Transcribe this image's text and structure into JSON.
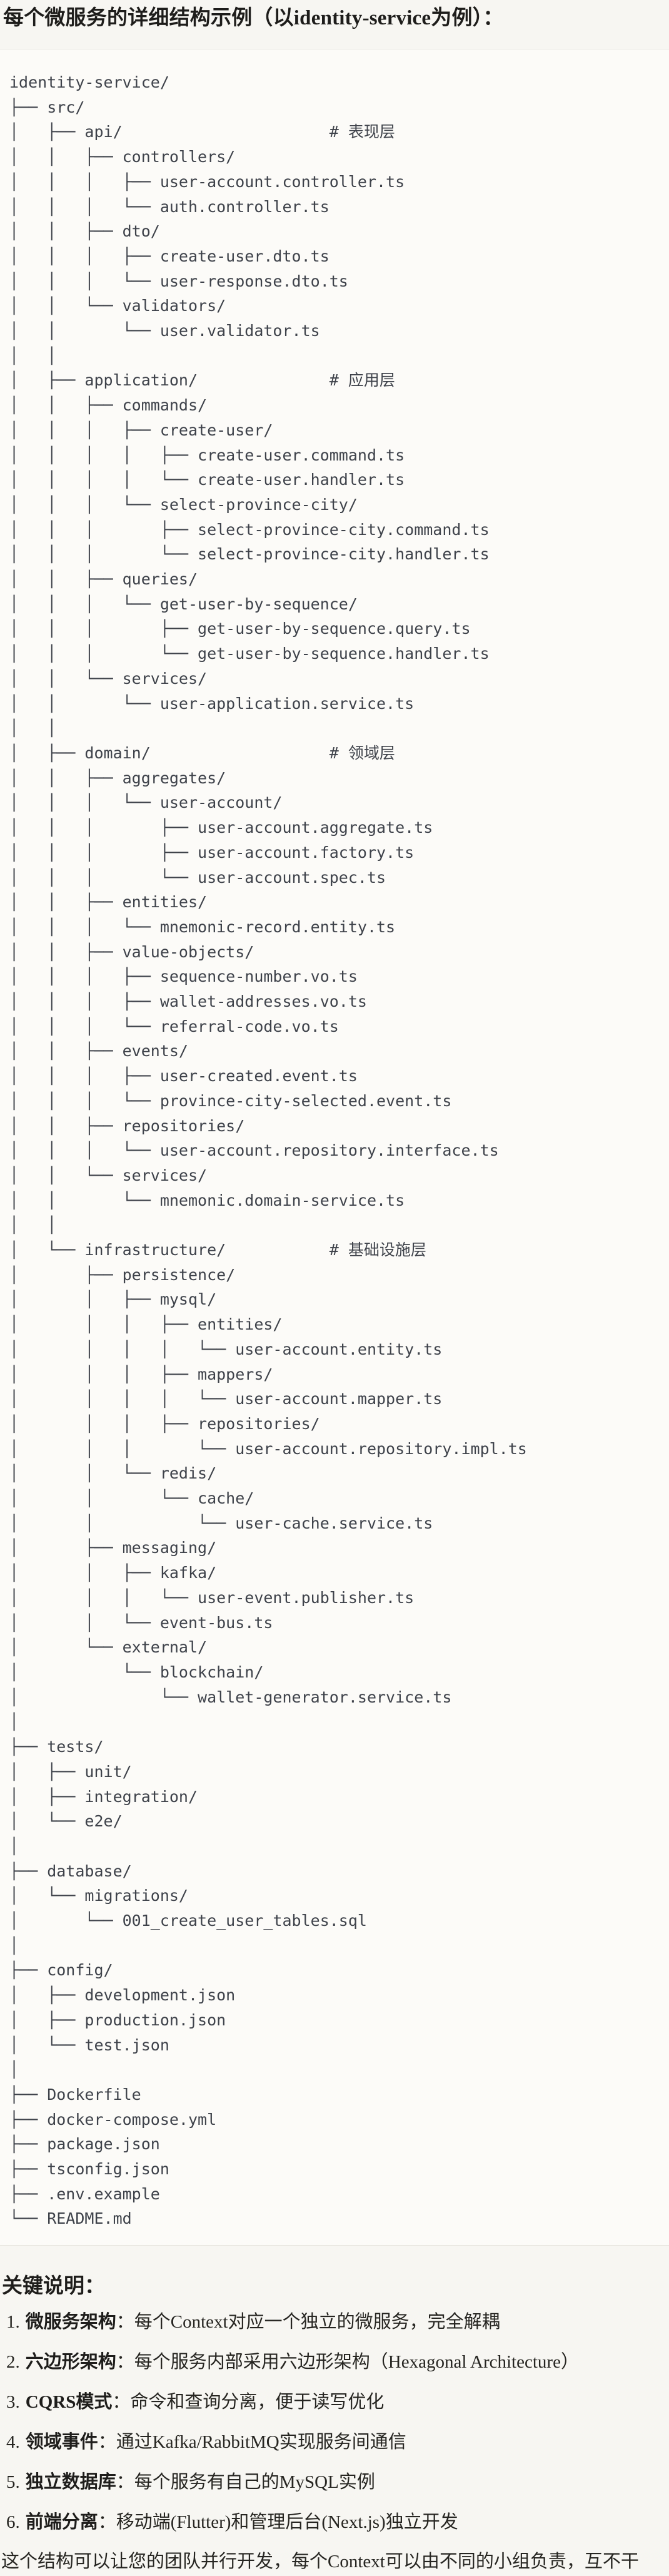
{
  "header": {
    "title": "每个微服务的详细结构示例（以identity-service为例）："
  },
  "code_block": {
    "tree_lines": [
      "identity-service/",
      "├── src/",
      "│   ├── api/                      # 表现层",
      "│   │   ├── controllers/",
      "│   │   │   ├── user-account.controller.ts",
      "│   │   │   └── auth.controller.ts",
      "│   │   ├── dto/",
      "│   │   │   ├── create-user.dto.ts",
      "│   │   │   └── user-response.dto.ts",
      "│   │   └── validators/",
      "│   │       └── user.validator.ts",
      "│   │",
      "│   ├── application/              # 应用层",
      "│   │   ├── commands/",
      "│   │   │   ├── create-user/",
      "│   │   │   │   ├── create-user.command.ts",
      "│   │   │   │   └── create-user.handler.ts",
      "│   │   │   └── select-province-city/",
      "│   │   │       ├── select-province-city.command.ts",
      "│   │   │       └── select-province-city.handler.ts",
      "│   │   ├── queries/",
      "│   │   │   └── get-user-by-sequence/",
      "│   │   │       ├── get-user-by-sequence.query.ts",
      "│   │   │       └── get-user-by-sequence.handler.ts",
      "│   │   └── services/",
      "│   │       └── user-application.service.ts",
      "│   │",
      "│   ├── domain/                   # 领域层",
      "│   │   ├── aggregates/",
      "│   │   │   └── user-account/",
      "│   │   │       ├── user-account.aggregate.ts",
      "│   │   │       ├── user-account.factory.ts",
      "│   │   │       └── user-account.spec.ts",
      "│   │   ├── entities/",
      "│   │   │   └── mnemonic-record.entity.ts",
      "│   │   ├── value-objects/",
      "│   │   │   ├── sequence-number.vo.ts",
      "│   │   │   ├── wallet-addresses.vo.ts",
      "│   │   │   └── referral-code.vo.ts",
      "│   │   ├── events/",
      "│   │   │   ├── user-created.event.ts",
      "│   │   │   └── province-city-selected.event.ts",
      "│   │   ├── repositories/",
      "│   │   │   └── user-account.repository.interface.ts",
      "│   │   └── services/",
      "│   │       └── mnemonic.domain-service.ts",
      "│   │",
      "│   └── infrastructure/           # 基础设施层",
      "│       ├── persistence/",
      "│       │   ├── mysql/",
      "│       │   │   ├── entities/",
      "│       │   │   │   └── user-account.entity.ts",
      "│       │   │   ├── mappers/",
      "│       │   │   │   └── user-account.mapper.ts",
      "│       │   │   ├── repositories/",
      "│       │   │       └── user-account.repository.impl.ts",
      "│       │   └── redis/",
      "│       │       └── cache/",
      "│       │           └── user-cache.service.ts",
      "│       ├── messaging/",
      "│       │   ├── kafka/",
      "│       │   │   └── user-event.publisher.ts",
      "│       │   └── event-bus.ts",
      "│       └── external/",
      "│           └── blockchain/",
      "│               └── wallet-generator.service.ts",
      "│",
      "├── tests/",
      "│   ├── unit/",
      "│   ├── integration/",
      "│   └── e2e/",
      "│",
      "├── database/",
      "│   └── migrations/",
      "│       └── 001_create_user_tables.sql",
      "│",
      "├── config/",
      "│   ├── development.json",
      "│   ├── production.json",
      "│   └── test.json",
      "│",
      "├── Dockerfile",
      "├── docker-compose.yml",
      "├── package.json",
      "├── tsconfig.json",
      "├── .env.example",
      "└── README.md"
    ]
  },
  "notes": {
    "heading": "关键说明：",
    "items": [
      {
        "num": "1.",
        "term": "微服务架构",
        "desc": "：每个Context对应一个独立的微服务，完全解耦"
      },
      {
        "num": "2.",
        "term": "六边形架构",
        "desc": "：每个服务内部采用六边形架构（Hexagonal Architecture）"
      },
      {
        "num": "3.",
        "term": "CQRS模式",
        "desc": "：命令和查询分离，便于读写优化"
      },
      {
        "num": "4.",
        "term": "领域事件",
        "desc": "：通过Kafka/RabbitMQ实现服务间通信"
      },
      {
        "num": "5.",
        "term": "独立数据库",
        "desc": "：每个服务有自己的MySQL实例"
      },
      {
        "num": "6.",
        "term": "前端分离",
        "desc": "：移动端(Flutter)和管理后台(Next.js)独立开发"
      }
    ],
    "footer": "这个结构可以让您的团队并行开发，每个Context可以由不同的小组负责，互不干扰。"
  }
}
